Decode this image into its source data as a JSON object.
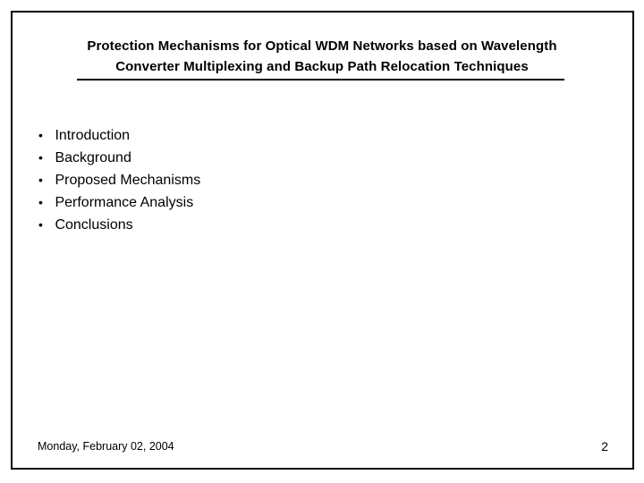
{
  "slide": {
    "title_lines": [
      "Protection Mechanisms for Optical WDM Networks based on Wavelength",
      "Converter Multiplexing and Backup Path Relocation Techniques"
    ],
    "bullet_char": "•",
    "bullets": [
      "Introduction",
      "Background",
      "Proposed Mechanisms",
      "Performance Analysis",
      "Conclusions"
    ],
    "footer": {
      "date": "Monday, February 02, 2004",
      "page_number": "2"
    },
    "colors": {
      "background": "#ffffff",
      "text": "#000000",
      "border": "#000000"
    }
  }
}
